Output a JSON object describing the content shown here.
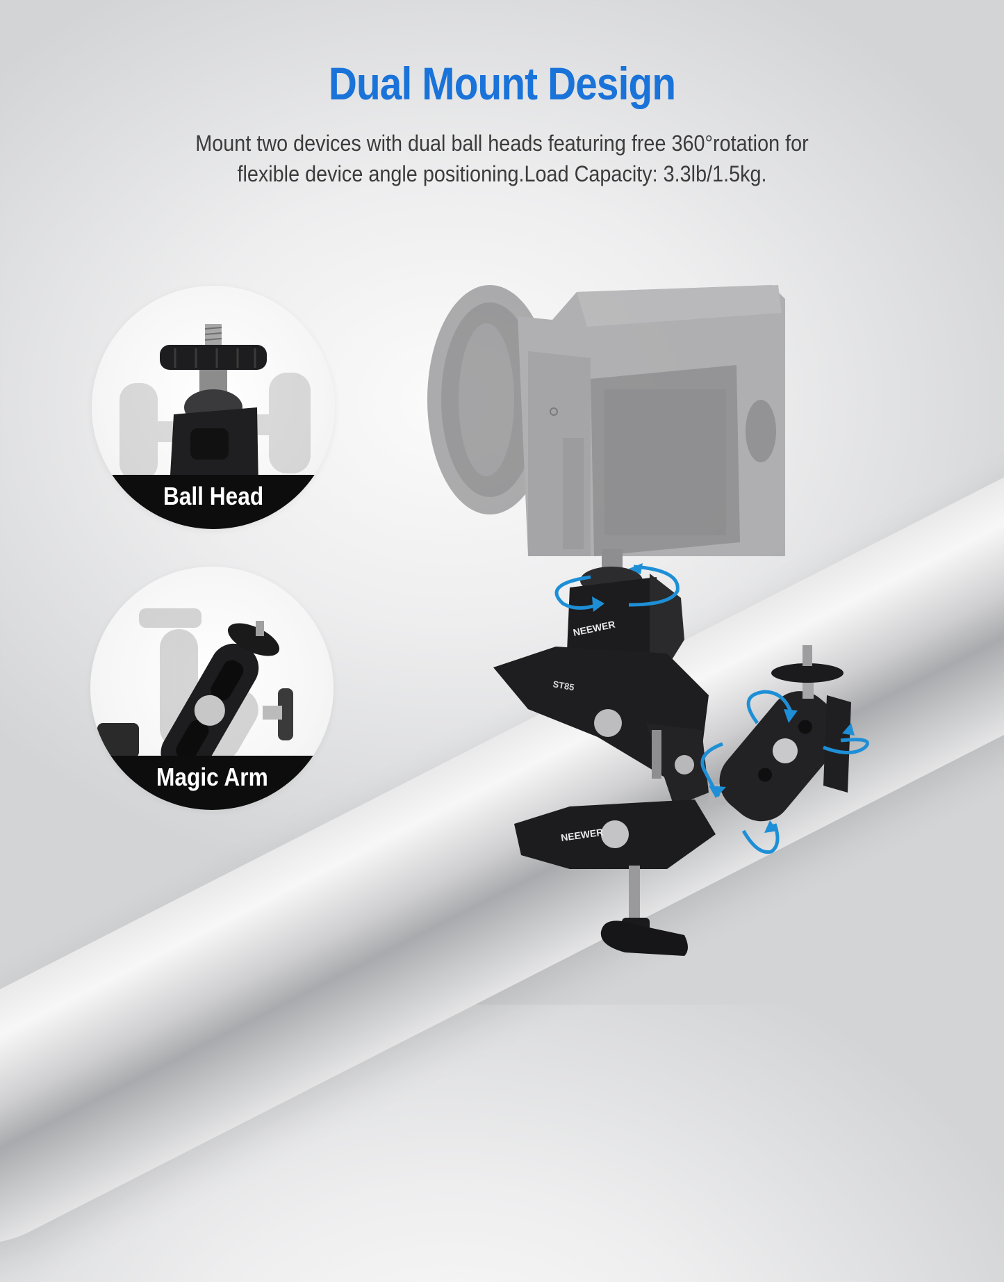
{
  "header": {
    "title": "Dual Mount Design",
    "description_lines": [
      "Mount two devices with dual ball heads featuring free 360°rotation for",
      "flexible device angle positioning.Load Capacity: 3.3lb/1.5kg."
    ]
  },
  "insets": [
    {
      "label": "Ball Head",
      "icon": "ball-head-icon"
    },
    {
      "label": "Magic Arm",
      "icon": "magic-arm-icon"
    }
  ],
  "product": {
    "brand_marks": [
      "NEEWER",
      "NEEWER"
    ],
    "model_mark": "ST85",
    "mounted_device": "camera",
    "rotation_indicators": 4
  },
  "colors": {
    "title": "#1a73d9",
    "body_text": "#3b3b3b",
    "label_band": "#0d0d0d",
    "rotation_arrow": "#1e8fd6",
    "metal_dark": "#1c1c1e",
    "camera_gray": "#9a9a9c"
  }
}
